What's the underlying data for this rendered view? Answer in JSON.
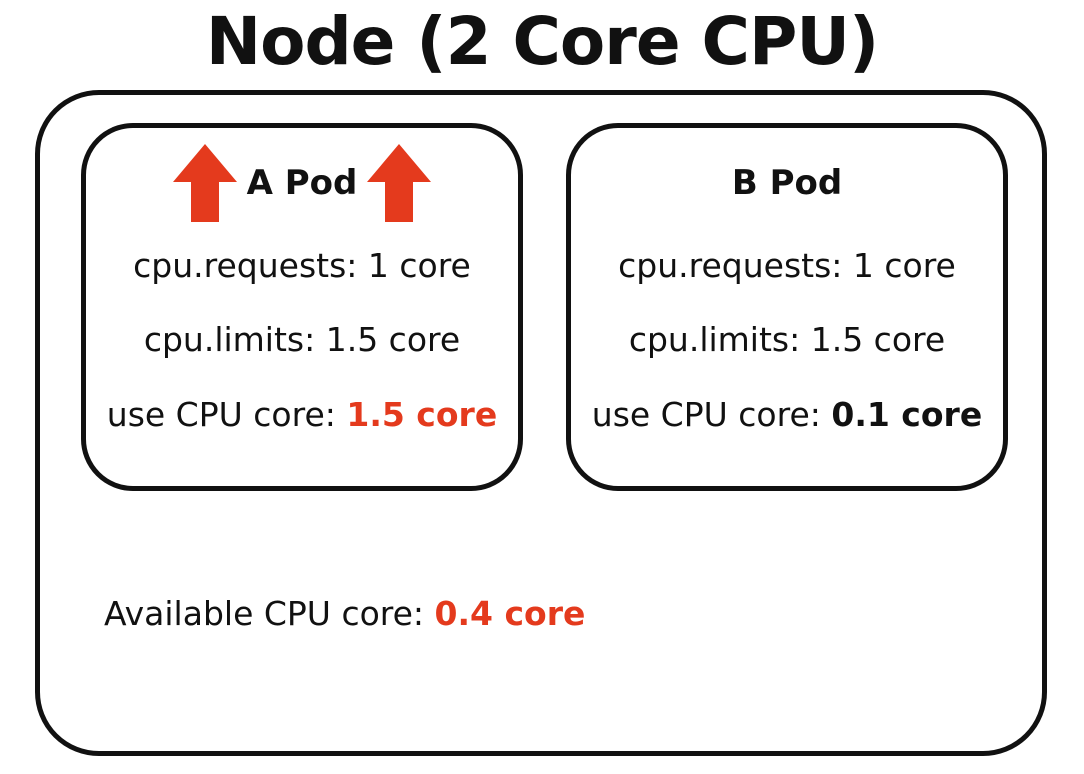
{
  "node": {
    "title": "Node (2 Core CPU)",
    "available_label": "Available CPU core: ",
    "available_value": "0.4 core"
  },
  "pods": [
    {
      "title": "A Pod",
      "requests": "cpu.requests: 1 core",
      "limits": "cpu.limits: 1.5 core",
      "use_label": "use CPU core: ",
      "use_value": "1.5 core",
      "icon": "arrow-up-icon"
    },
    {
      "title": "B Pod",
      "requests": "cpu.requests: 1 core",
      "limits": "cpu.limits: 1.5 core",
      "use_label": "use CPU core: ",
      "use_value": "0.1 core"
    }
  ],
  "colors": {
    "accent": "#e43a1d",
    "stroke": "#111111"
  }
}
